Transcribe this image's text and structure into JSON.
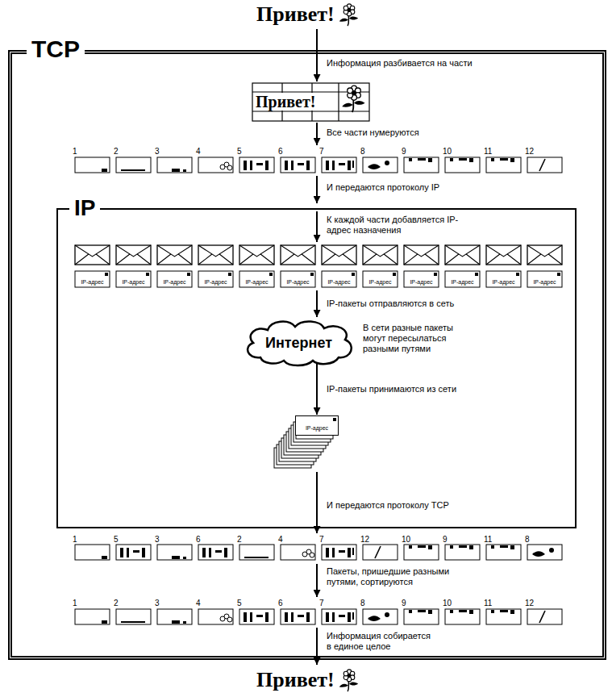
{
  "diagram": {
    "nodes": [
      {
        "text": [
          "TCP"
        ]
      },
      {
        "text": [
          "IP"
        ],
        "in": 0
      },
      {
        "text": [
          "Интернет"
        ],
        "in": 1
      },
      {
        "text": [
          "IP-адрес"
        ],
        "in": 1
      }
    ],
    "edges": [
      {
        "from": 2,
        "to": 3,
        "arrow": "to",
        "label": "IP-пакеты принимаются из сети"
      }
    ],
    "labels": [
      "Привет!",
      "Информация разбивается на части",
      "Привет!",
      "Все части нумеруются",
      "1",
      "2",
      "3",
      "4",
      "5",
      "6",
      "7",
      "8",
      "9",
      "10",
      "11",
      "12",
      "И передаются протоколу IP",
      "К каждой части добавляется IP-адрес назначения",
      "IP-адрес",
      "IP-адрес",
      "IP-адрес",
      "IP-адрес",
      "IP-адрес",
      "IP-адрес",
      "IP-адрес",
      "IP-адрес",
      "IP-адрес",
      "IP-адрес",
      "IP-адрес",
      "IP-адрес",
      "IP-пакеты отправляются в сеть",
      "В сети разные пакеты могут пересылаться разными путями",
      "И передаются протоколу TCP",
      "1",
      "5",
      "3",
      "6",
      "2",
      "4",
      "7",
      "12",
      "10",
      "9",
      "11",
      "8",
      "Пакеты, пришедшие разными путями, сортируются",
      "1",
      "2",
      "3",
      "4",
      "5",
      "6",
      "7",
      "8",
      "9",
      "10",
      "11",
      "12",
      "Информация собирается в единое целое",
      "Привет!"
    ]
  }
}
